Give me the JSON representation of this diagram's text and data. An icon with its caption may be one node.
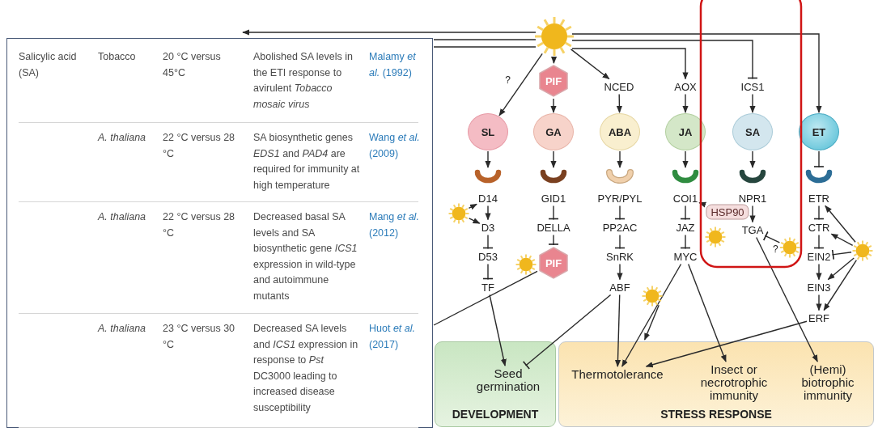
{
  "diagram": {
    "nodes": [
      {
        "text": [],
        "shape": "picture"
      },
      {
        "text": [
          "PIF"
        ]
      },
      {
        "text": [
          "NCED"
        ]
      },
      {
        "text": [
          "AOX"
        ]
      },
      {
        "text": [
          "ICS1"
        ]
      },
      {
        "text": [
          "SL"
        ]
      },
      {
        "text": [
          "GA"
        ]
      },
      {
        "text": [
          "ABA"
        ]
      },
      {
        "text": [
          "JA"
        ]
      },
      {
        "text": [
          "SA"
        ]
      },
      {
        "text": [
          "ET"
        ]
      },
      {
        "text": [],
        "shape": "arc"
      },
      {
        "text": [],
        "shape": "arc"
      },
      {
        "text": [],
        "shape": "arc"
      },
      {
        "text": [],
        "shape": "arc"
      },
      {
        "text": [],
        "shape": "arc"
      },
      {
        "text": [],
        "shape": "arc"
      },
      {
        "text": [
          "D14"
        ]
      },
      {
        "text": [
          "GID1"
        ]
      },
      {
        "text": [
          "PYR/PYL"
        ]
      },
      {
        "text": [
          "COI1"
        ]
      },
      {
        "text": [
          "NPR1"
        ]
      },
      {
        "text": [
          "ETR"
        ]
      },
      {
        "text": [
          "D3"
        ]
      },
      {
        "text": [
          "DELLA"
        ]
      },
      {
        "text": [
          "PP2AC"
        ]
      },
      {
        "text": [
          "JAZ"
        ]
      },
      {
        "text": [
          "HSP90"
        ]
      },
      {
        "text": [
          "TGA"
        ]
      },
      {
        "text": [
          "CTR"
        ]
      },
      {
        "text": [
          "D53"
        ]
      },
      {
        "text": [
          "PIF"
        ]
      },
      {
        "text": [
          "SnRK"
        ]
      },
      {
        "text": [
          "MYC"
        ]
      },
      {
        "text": [
          "EIN2"
        ]
      },
      {
        "text": [
          "TF"
        ]
      },
      {
        "text": [
          "ABF"
        ]
      },
      {
        "text": [
          "EIN3"
        ]
      },
      {
        "text": [
          "ERF"
        ]
      },
      {
        "text": [],
        "shape": "picture"
      },
      {
        "text": [],
        "shape": "picture"
      },
      {
        "text": [],
        "shape": "picture"
      },
      {
        "text": [],
        "shape": "picture"
      },
      {
        "text": [
          "DEVELOPMENT"
        ]
      },
      {
        "text": [
          "Seed germination"
        ],
        "in": 43
      },
      {
        "text": [
          "STRESS RESPONSE"
        ]
      },
      {
        "text": [
          "Thermotolerance"
        ],
        "in": 45
      },
      {
        "text": [
          "Insect or necrotrophic immunity"
        ],
        "in": 45
      },
      {
        "text": [
          "(Hemi) biotrophic immunity"
        ],
        "in": 45
      }
    ],
    "edges": [
      {
        "from": 0,
        "to": 1,
        "arrow": "to"
      },
      {
        "from": 0,
        "to": 5,
        "arrow": "to",
        "label": "?"
      },
      {
        "from": 0,
        "to": 2,
        "arrow": "to"
      },
      {
        "from": 0,
        "to": 3,
        "arrow": "to"
      },
      {
        "from": 0,
        "to": 4,
        "arrow": "other"
      },
      {
        "from": 0,
        "to": 10,
        "arrow": "to"
      },
      {
        "from": 0,
        "to": null,
        "arrow": "to"
      },
      {
        "from": 0,
        "to": null,
        "arrow": "none"
      },
      {
        "from": 0,
        "to": null,
        "arrow": "none"
      },
      {
        "from": 1,
        "to": 6,
        "arrow": "to"
      },
      {
        "from": 2,
        "to": 7,
        "arrow": "to"
      },
      {
        "from": 3,
        "to": 8,
        "arrow": "to"
      },
      {
        "from": 4,
        "to": 9,
        "arrow": "to"
      },
      {
        "from": 5,
        "to": 11,
        "arrow": "to"
      },
      {
        "from": 6,
        "to": 12,
        "arrow": "to"
      },
      {
        "from": 7,
        "to": 13,
        "arrow": "to"
      },
      {
        "from": 8,
        "to": 14,
        "arrow": "to"
      },
      {
        "from": 9,
        "to": 15,
        "arrow": "to"
      },
      {
        "from": 10,
        "to": 16,
        "arrow": "other"
      },
      {
        "from": 17,
        "to": 23,
        "arrow": "to"
      },
      {
        "from": 18,
        "to": 24,
        "arrow": "other"
      },
      {
        "from": 19,
        "to": 25,
        "arrow": "other"
      },
      {
        "from": 20,
        "to": 26,
        "arrow": "other"
      },
      {
        "from": 21,
        "to": 28,
        "arrow": "to"
      },
      {
        "from": 22,
        "to": 29,
        "arrow": "other"
      },
      {
        "from": 23,
        "to": 30,
        "arrow": "other"
      },
      {
        "from": 24,
        "to": 31,
        "arrow": "other"
      },
      {
        "from": 25,
        "to": 32,
        "arrow": "other"
      },
      {
        "from": 26,
        "to": 33,
        "arrow": "other"
      },
      {
        "from": 29,
        "to": 34,
        "arrow": "other"
      },
      {
        "from": 30,
        "to": 35,
        "arrow": "other"
      },
      {
        "from": 32,
        "to": 36,
        "arrow": "to"
      },
      {
        "from": 34,
        "to": 37,
        "arrow": "to"
      },
      {
        "from": 37,
        "to": 38,
        "arrow": "to"
      },
      {
        "from": 27,
        "to": 20,
        "arrow": "to"
      },
      {
        "from": 39,
        "to": 17,
        "arrow": "to"
      },
      {
        "from": 39,
        "to": 23,
        "arrow": "to"
      },
      {
        "from": 41,
        "to": 28,
        "arrow": "other",
        "label": "?"
      },
      {
        "from": 40,
        "to": 45,
        "arrow": "to"
      },
      {
        "from": 42,
        "to": 22,
        "arrow": "to"
      },
      {
        "from": 42,
        "to": 29,
        "arrow": "to"
      },
      {
        "from": 42,
        "to": 34,
        "arrow": "other"
      },
      {
        "from": 42,
        "to": 37,
        "arrow": "to"
      },
      {
        "from": 42,
        "to": 38,
        "arrow": "to"
      },
      {
        "from": 31,
        "to": null,
        "arrow": "none"
      },
      {
        "from": 35,
        "to": 44,
        "arrow": "to"
      },
      {
        "from": 36,
        "to": 44,
        "arrow": "other"
      },
      {
        "from": 36,
        "to": 46,
        "arrow": "to"
      },
      {
        "from": 33,
        "to": 46,
        "arrow": "to"
      },
      {
        "from": 33,
        "to": 47,
        "arrow": "to"
      },
      {
        "from": 28,
        "to": 48,
        "arrow": "to"
      },
      {
        "from": 38,
        "to": 46,
        "arrow": "to"
      }
    ],
    "labels": [
      "Salicylic acid (SA)",
      "Tobacco",
      "20 °C versus 45°C",
      "Abolished SA levels in the ETI response to avirulent *Tobacco mosaic virus*",
      "Malamy *et al.* (1992)",
      "A. thaliana",
      "22 °C versus 28 °C",
      "SA biosynthetic genes *EDS1* and *PAD4* are required for immunity at high temperature",
      "Wang *et al.* (2009)",
      "A. thaliana",
      "22 °C versus 28 °C",
      "Decreased basal SA levels and SA biosynthetic gene *ICS1* expression in wild-type and autoimmune mutants",
      "Mang *et al.* (2012)",
      "A. thaliana",
      "23 °C versus 30 °C",
      "Decreased SA levels and *ICS1* expression in response to *Pst* DC3000 leading to increased disease susceptibility",
      "Huot *et al.* (2017)"
    ]
  }
}
